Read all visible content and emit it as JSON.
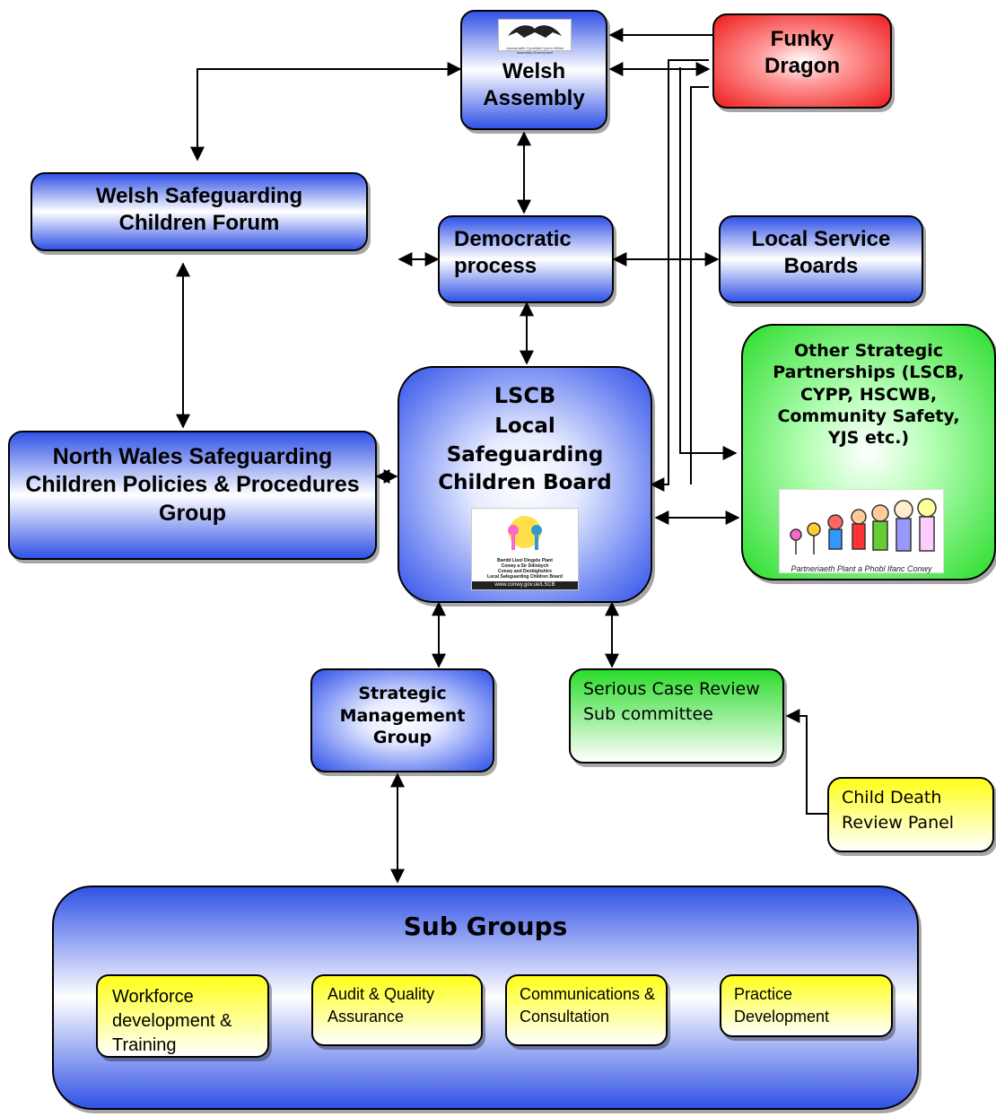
{
  "nodes": {
    "welsh_assembly": {
      "label": "Welsh Assembly",
      "logo_text": "Llywodraeth Cynulliad Cymru Welsh Assembly Government"
    },
    "funky_dragon": {
      "label": "Funky Dragon"
    },
    "wscf": {
      "label": "Welsh Safeguarding Children Forum"
    },
    "democratic": {
      "label": "Democratic process"
    },
    "lsb": {
      "label": "Local Service Boards"
    },
    "other_strategic": {
      "label": "Other Strategic Partnerships (LSCB, CYPP, HSCWB, Community Safety, YJS etc.)",
      "image_caption": "Partneriaeth Plant a Phobl Ifanc Conwy"
    },
    "lscb": {
      "title": "LSCB",
      "label": "Local Safeguarding Children Board",
      "logo_lines": [
        "Bwrdd Lleol Diogelu Plant",
        "Conwy a Sir Ddinbych",
        "Conwy and Denbighshire",
        "Local Safeguarding Children Board",
        "www.conwy.gov.uk/LSCB"
      ]
    },
    "north_wales": {
      "label": "North Wales Safeguarding Children Policies & Procedures Group"
    },
    "smg": {
      "label": "Strategic Management Group"
    },
    "scr": {
      "label": "Serious Case Review Sub committee"
    },
    "cdrp": {
      "label": "Child Death Review Panel"
    },
    "subgroups": {
      "title": "Sub Groups",
      "items": [
        "Workforce development & Training",
        "Audit & Quality Assurance",
        "Communications & Consultation",
        "Practice Development"
      ]
    }
  },
  "colors": {
    "blue": "#3152e6",
    "red": "#ee1c1c",
    "green": "#2bdc2b",
    "yellow": "#ffff1a"
  }
}
